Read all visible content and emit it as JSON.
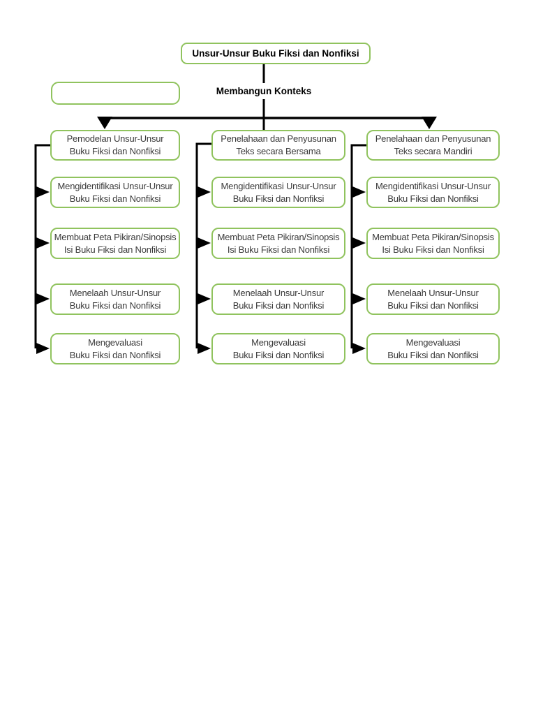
{
  "diagram": {
    "title": "Unsur-Unsur Buku Fiksi dan Nonfiksi",
    "context_label": "Membangun Konteks",
    "empty_box_label": "",
    "columns": [
      {
        "header": "Pemodelan Unsur-Unsur\nBuku Fiksi dan Nonfiksi",
        "items": [
          "Mengidentifikasi Unsur-Unsur\nBuku Fiksi dan Nonfiksi",
          "Membuat Peta Pikiran/Sinopsis\nIsi Buku Fiksi dan Nonfiksi",
          "Menelaah Unsur-Unsur\nBuku Fiksi dan Nonfiksi",
          "Mengevaluasi\nBuku Fiksi dan Nonfiksi"
        ]
      },
      {
        "header": "Penelahaan dan Penyusunan\nTeks secara Bersama",
        "items": [
          "Mengidentifikasi Unsur-Unsur\nBuku Fiksi dan Nonfiksi",
          "Membuat Peta Pikiran/Sinopsis\nIsi Buku Fiksi dan Nonfiksi",
          "Menelaah Unsur-Unsur\nBuku Fiksi dan Nonfiksi",
          "Mengevaluasi\nBuku Fiksi dan Nonfiksi"
        ]
      },
      {
        "header": "Penelahaan dan Penyusunan\nTeks secara Mandiri",
        "items": [
          "Mengidentifikasi Unsur-Unsur\nBuku Fiksi dan Nonfiksi",
          "Membuat Peta Pikiran/Sinopsis\nIsi Buku Fiksi dan Nonfiksi",
          "Menelaah Unsur-Unsur\nBuku Fiksi dan Nonfiksi",
          "Mengevaluasi\nBuku Fiksi dan Nonfiksi"
        ]
      }
    ],
    "colors": {
      "box_border": "#90c35e",
      "connector_line": "#000000",
      "body_text": "#3a3a3a",
      "title_text": "#000000",
      "background": "#ffffff"
    }
  }
}
